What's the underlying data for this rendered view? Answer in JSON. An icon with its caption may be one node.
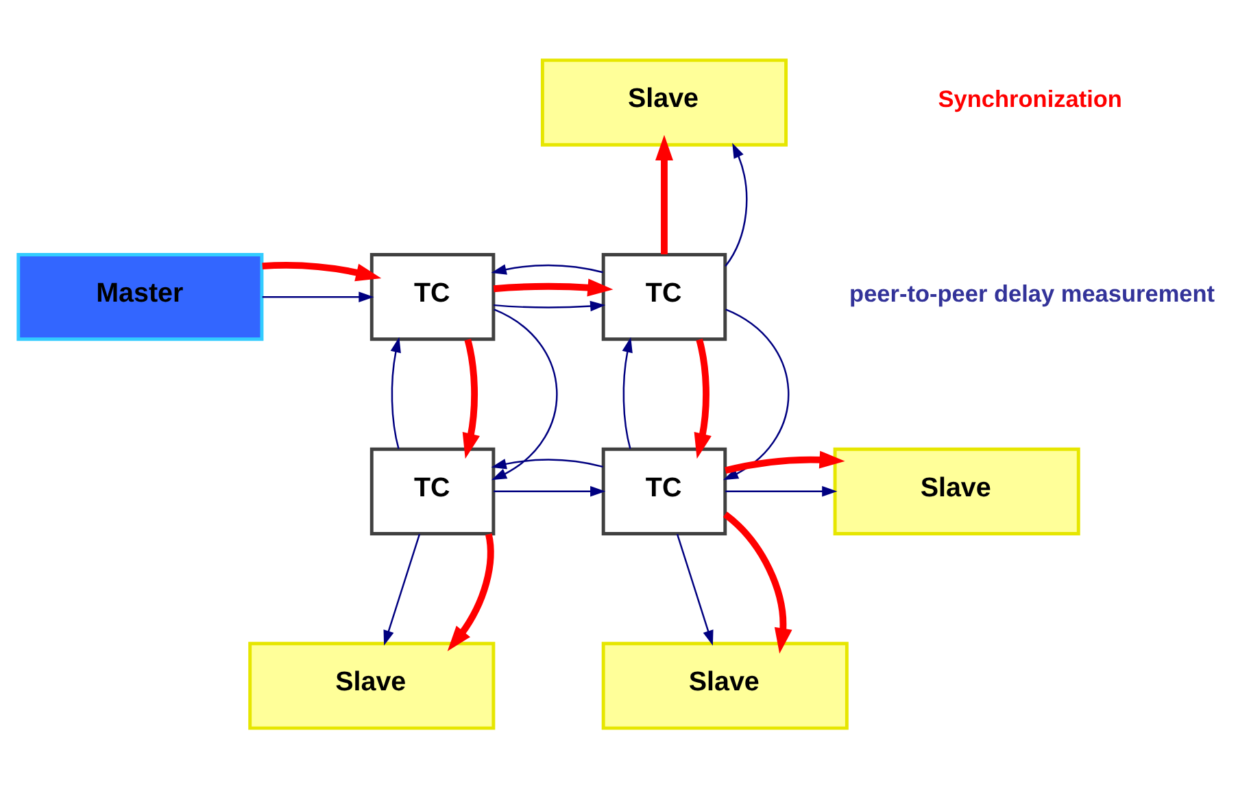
{
  "diagram": {
    "nodes": [
      {
        "text": [
          "Slave"
        ]
      },
      {
        "text": [
          "Master"
        ]
      },
      {
        "text": [
          "TC"
        ]
      },
      {
        "text": [
          "TC"
        ]
      },
      {
        "text": [
          "TC"
        ]
      },
      {
        "text": [
          "TC"
        ]
      },
      {
        "text": [
          "Slave"
        ]
      },
      {
        "text": [
          "Slave"
        ]
      },
      {
        "text": [
          "Slave"
        ]
      }
    ],
    "edges": [
      {
        "from": 1,
        "to": 2,
        "arrow": "to"
      },
      {
        "from": 1,
        "to": 2,
        "arrow": "to",
        "style": "thick",
        "color": "#ff0000"
      },
      {
        "from": 2,
        "to": 3,
        "arrow": "to"
      },
      {
        "from": 2,
        "to": 3,
        "arrow": "to",
        "style": "thick",
        "color": "#ff0000"
      },
      {
        "from": 3,
        "to": 2,
        "arrow": "to"
      },
      {
        "from": 3,
        "to": 0,
        "arrow": "to",
        "style": "thick",
        "color": "#ff0000"
      },
      {
        "from": 3,
        "to": 0,
        "arrow": "to"
      },
      {
        "from": 4,
        "to": 2,
        "arrow": "to"
      },
      {
        "from": 2,
        "to": 4,
        "arrow": "to",
        "style": "thick",
        "color": "#ff0000"
      },
      {
        "from": 2,
        "to": 4,
        "arrow": "to"
      },
      {
        "from": 5,
        "to": 3,
        "arrow": "to"
      },
      {
        "from": 3,
        "to": 5,
        "arrow": "to",
        "style": "thick",
        "color": "#ff0000"
      },
      {
        "from": 3,
        "to": 5,
        "arrow": "to"
      },
      {
        "from": 4,
        "to": 5,
        "arrow": "to"
      },
      {
        "from": 5,
        "to": 4,
        "arrow": "to"
      },
      {
        "from": 5,
        "to": 6,
        "arrow": "to"
      },
      {
        "from": 5,
        "to": 6,
        "arrow": "to",
        "style": "thick",
        "color": "#ff0000"
      },
      {
        "from": 4,
        "to": 7,
        "arrow": "to"
      },
      {
        "from": 4,
        "to": 7,
        "arrow": "to",
        "style": "thick",
        "color": "#ff0000"
      },
      {
        "from": 5,
        "to": 8,
        "arrow": "to"
      },
      {
        "from": 5,
        "to": 8,
        "arrow": "to",
        "style": "thick",
        "color": "#ff0000"
      }
    ],
    "legend": [
      {
        "text": "Synchronization",
        "color": "#ff0000"
      },
      {
        "text": "peer-to-peer delay measurement",
        "color": "#333399"
      }
    ]
  }
}
